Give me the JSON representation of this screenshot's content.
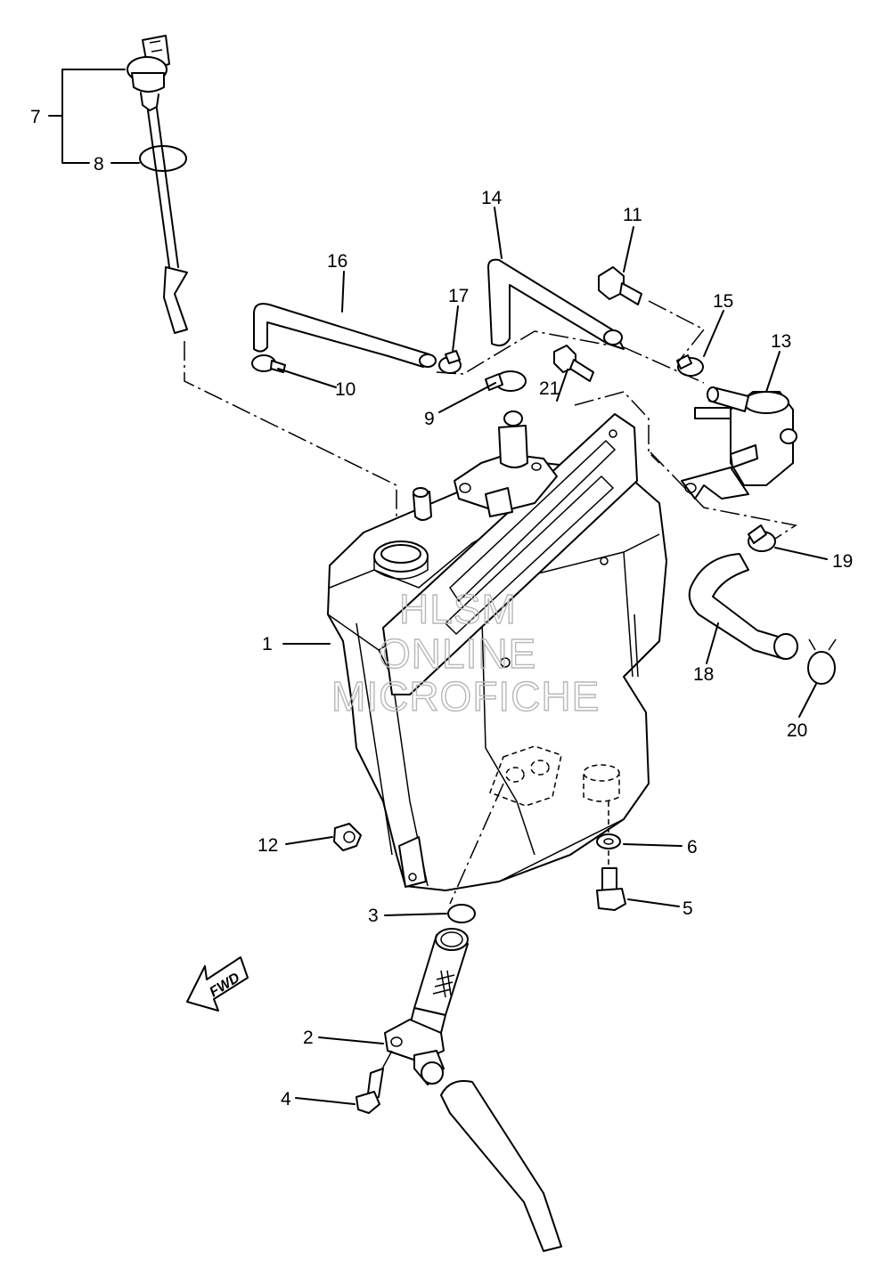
{
  "callouts": [
    {
      "id": "1",
      "label": "1"
    },
    {
      "id": "2",
      "label": "2"
    },
    {
      "id": "3",
      "label": "3"
    },
    {
      "id": "4",
      "label": "4"
    },
    {
      "id": "5",
      "label": "5"
    },
    {
      "id": "6",
      "label": "6"
    },
    {
      "id": "7",
      "label": "7"
    },
    {
      "id": "8",
      "label": "8"
    },
    {
      "id": "9",
      "label": "9"
    },
    {
      "id": "10",
      "label": "10"
    },
    {
      "id": "11",
      "label": "11"
    },
    {
      "id": "12",
      "label": "12"
    },
    {
      "id": "13",
      "label": "13"
    },
    {
      "id": "14",
      "label": "14"
    },
    {
      "id": "15",
      "label": "15"
    },
    {
      "id": "16",
      "label": "16"
    },
    {
      "id": "17",
      "label": "17"
    },
    {
      "id": "18",
      "label": "18"
    },
    {
      "id": "19",
      "label": "19"
    },
    {
      "id": "20",
      "label": "20"
    },
    {
      "id": "21",
      "label": "21"
    }
  ],
  "watermark": {
    "line1": "HLSM",
    "line2": "ONLINE",
    "line3": "MICROFICHE"
  },
  "direction_arrow": {
    "text": "FWD"
  },
  "colors": {
    "line": "#000000",
    "background": "#ffffff",
    "watermark": "#b8b8b8"
  }
}
